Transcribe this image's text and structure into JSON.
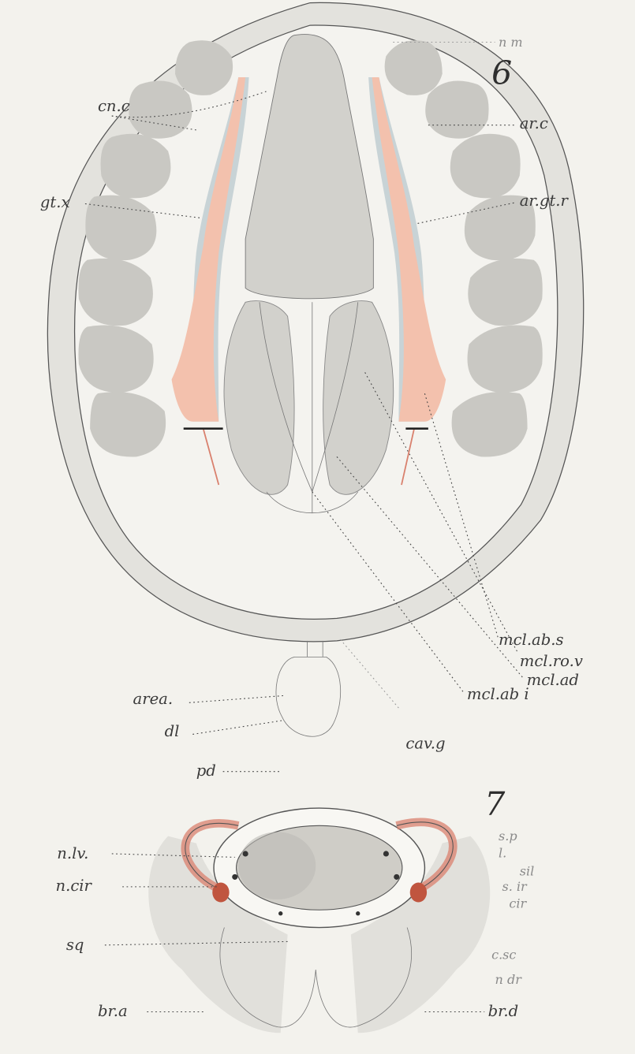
{
  "figure6": {
    "number": "6",
    "labels": {
      "n_m": "n m",
      "cn_c": "cn.c",
      "ar_c": "ar.c",
      "ar_gt_r": "ar.gt.r",
      "gt_x": "gt.x",
      "mcl_ab_s": "mcl.ab.s",
      "mcl_ro_v": "mcl.ro.v",
      "mcl_ad": "mcl.ad",
      "mcl_ab_i": "mcl.ab i",
      "area": "area.",
      "dl": "dl",
      "cav_g": "cav.g",
      "pd": "pd"
    }
  },
  "figure7": {
    "number": "7",
    "labels": {
      "n_lv": "n.lv.",
      "n_cir": "n.cir",
      "sq": "sq",
      "br_a": "br.a",
      "br_d": "br.d",
      "r1": "s.p",
      "r2": "l.",
      "r3": "sil",
      "r4": "s. ir",
      "r5": "cir",
      "r6": "c.sc",
      "r7": "n dr"
    }
  },
  "colors": {
    "background": "#f3f2ed",
    "gray_tissue": "#c9c8c3",
    "blue_layer": "#c8d3d6",
    "pink_layer": "#f3c1ad",
    "red_nerve": "#d9806d"
  }
}
